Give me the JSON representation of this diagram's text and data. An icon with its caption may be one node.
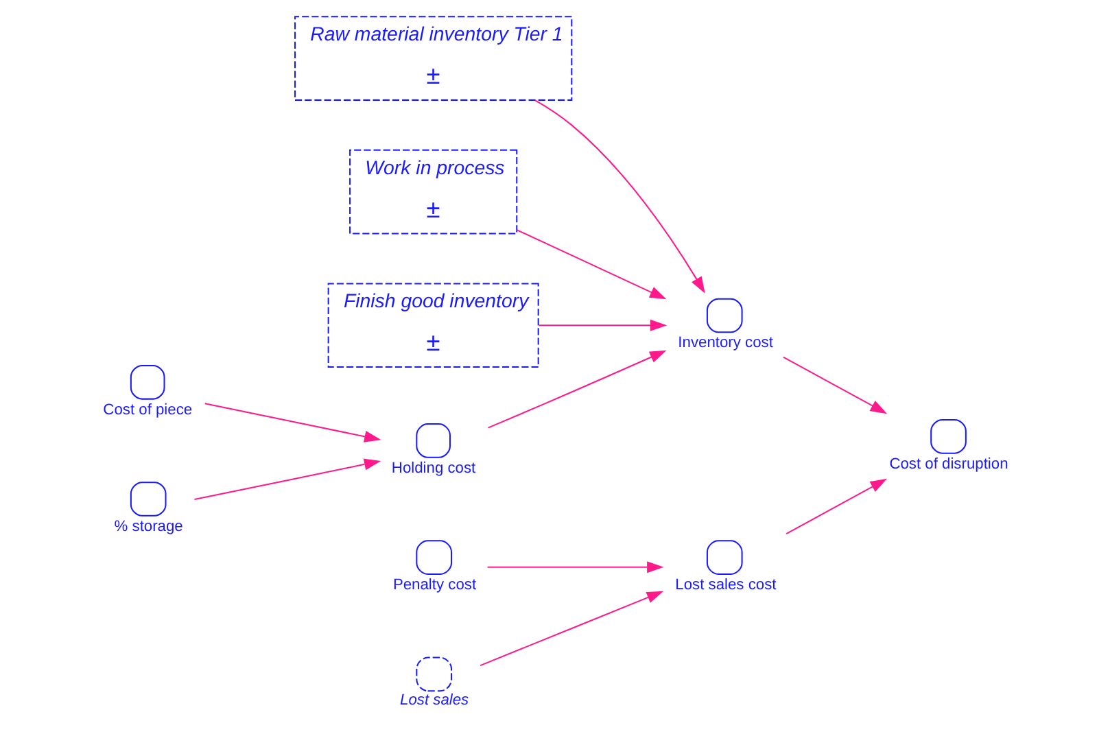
{
  "diagram": {
    "nodes": [
      {
        "text": [
          "Raw material inventory Tier 1",
          "±"
        ]
      },
      {
        "text": [
          "Work in process",
          "±"
        ]
      },
      {
        "text": [
          "Finish good inventory",
          "±"
        ]
      },
      {
        "text": [
          "Inventory cost"
        ]
      },
      {
        "text": [
          "Holding cost"
        ]
      },
      {
        "text": [
          "Cost of piece"
        ]
      },
      {
        "text": [
          "% storage"
        ]
      },
      {
        "text": [
          "Cost of disruption"
        ]
      },
      {
        "text": [
          "Lost sales cost"
        ]
      },
      {
        "text": [
          "Penalty cost"
        ]
      },
      {
        "text": [
          "Lost sales"
        ]
      }
    ],
    "edges": [
      {
        "from": 0,
        "to": 3,
        "arrow": "to"
      },
      {
        "from": 1,
        "to": 3,
        "arrow": "to"
      },
      {
        "from": 2,
        "to": 3,
        "arrow": "to"
      },
      {
        "from": 4,
        "to": 3,
        "arrow": "to"
      },
      {
        "from": 5,
        "to": 4,
        "arrow": "to"
      },
      {
        "from": 6,
        "to": 4,
        "arrow": "to"
      },
      {
        "from": 3,
        "to": 7,
        "arrow": "to"
      },
      {
        "from": 8,
        "to": 7,
        "arrow": "to"
      },
      {
        "from": 9,
        "to": 8,
        "arrow": "to"
      },
      {
        "from": 10,
        "to": 8,
        "arrow": "to"
      }
    ]
  }
}
